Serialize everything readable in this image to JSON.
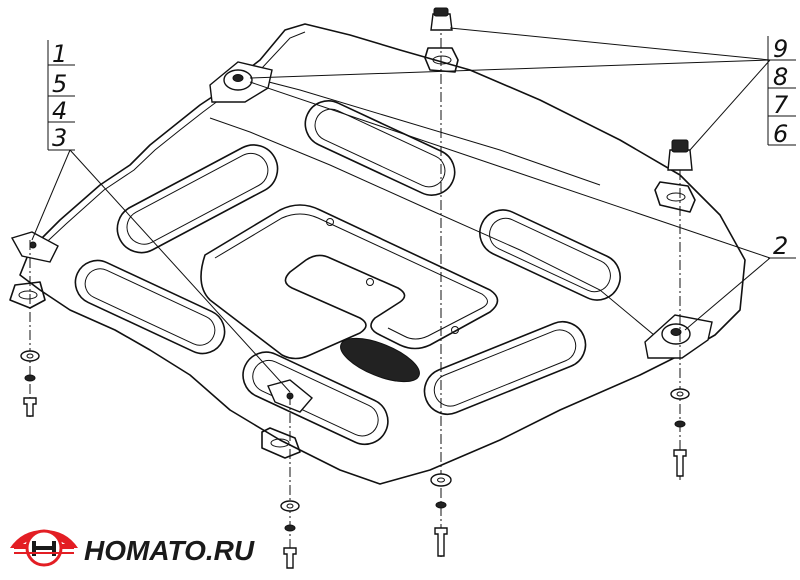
{
  "diagram": {
    "callouts_left": [
      "1",
      "5",
      "4",
      "3"
    ],
    "callouts_right": [
      "9",
      "8",
      "7",
      "6"
    ],
    "callout_single": "2"
  },
  "logo": {
    "text": "HOMATO.RU",
    "colors": {
      "primary": "#e31e24",
      "dark": "#1a1a1a"
    }
  }
}
